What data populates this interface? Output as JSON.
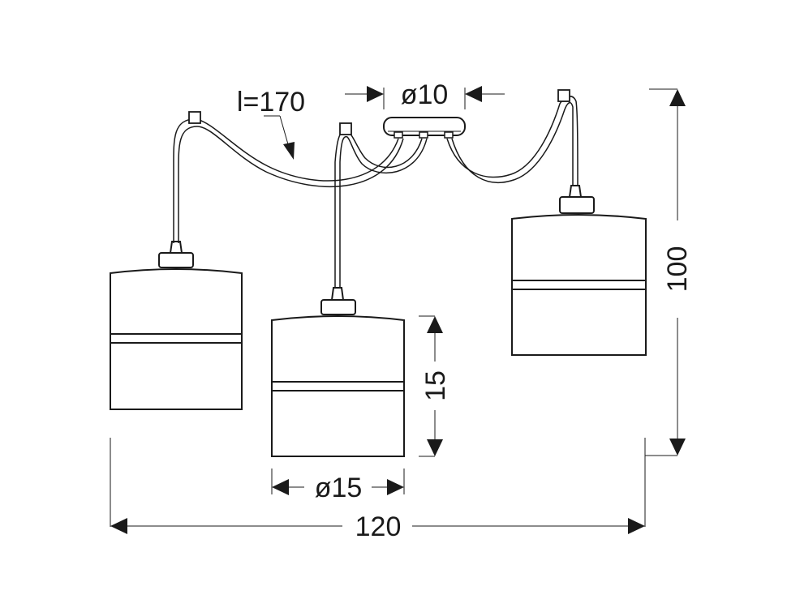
{
  "dimensions": {
    "cable_length": "l=170",
    "canopy_diameter": "ø10",
    "total_height": "100",
    "shade_height": "15",
    "shade_diameter": "ø15",
    "total_width": "120"
  },
  "colors": {
    "line": "#1a1a1a",
    "background": "#ffffff"
  }
}
